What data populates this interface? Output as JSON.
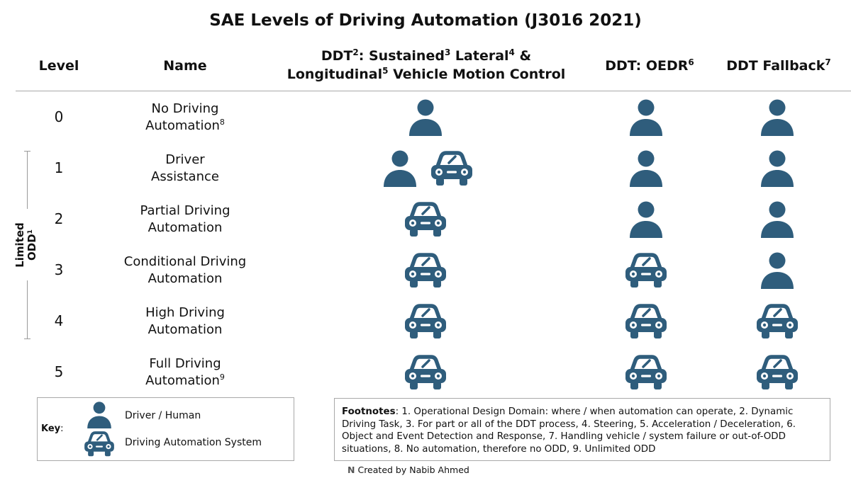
{
  "title": "SAE Levels of Driving Automation (J3016 2021)",
  "headers": {
    "level": "Level",
    "name": "Name",
    "ddt_line1_a": "DDT",
    "ddt_line1_sup2": "2",
    "ddt_line1_b": ": Sustained",
    "ddt_line1_sup3": "3",
    "ddt_line1_c": " Lateral",
    "ddt_line1_sup4": "4",
    "ddt_line1_d": " &",
    "ddt_line2_a": "Longitudinal",
    "ddt_line2_sup5": "5",
    "ddt_line2_b": " Vehicle Motion Control",
    "oedr": "DDT: OEDR",
    "oedr_sup": "6",
    "fallback": "DDT Fallback",
    "fallback_sup": "7"
  },
  "rows": [
    {
      "level": "0",
      "name_line1": "No Driving",
      "name_line2": "Automation",
      "name_sup": "8",
      "motion": "driver",
      "oedr": "driver",
      "fallback": "driver"
    },
    {
      "level": "1",
      "name_line1": "Driver",
      "name_line2": "Assistance",
      "name_sup": "",
      "motion": "driver+system",
      "oedr": "driver",
      "fallback": "driver"
    },
    {
      "level": "2",
      "name_line1": "Partial Driving",
      "name_line2": "Automation",
      "name_sup": "",
      "motion": "system",
      "oedr": "driver",
      "fallback": "driver"
    },
    {
      "level": "3",
      "name_line1": "Conditional Driving",
      "name_line2": "Automation",
      "name_sup": "",
      "motion": "system",
      "oedr": "system",
      "fallback": "driver"
    },
    {
      "level": "4",
      "name_line1": "High Driving",
      "name_line2": "Automation",
      "name_sup": "",
      "motion": "system",
      "oedr": "system",
      "fallback": "system"
    },
    {
      "level": "5",
      "name_line1": "Full Driving",
      "name_line2": "Automation",
      "name_sup": "9",
      "motion": "system",
      "oedr": "system",
      "fallback": "system"
    }
  ],
  "odd": {
    "line1": "Limited",
    "line2": "ODD",
    "sup": "1"
  },
  "key": {
    "label": "Key",
    "colon": ":",
    "driver": "Driver / Human",
    "system": "Driving Automation System"
  },
  "footnotes": {
    "label": "Footnotes",
    "text": ": 1. Operational Design Domain: where / when automation can operate, 2. Dynamic Driving Task, 3. For part or all of the DDT process, 4. Steering, 5. Acceleration / Deceleration, 6. Object and Event Detection and Response, 7. Handling vehicle / system failure or out-of-ODD situations, 8. No automation, therefore no ODD, 9. Unlimited ODD"
  },
  "credit": {
    "logo": "N",
    "text": "Created by Nabib Ahmed"
  },
  "colors": {
    "icon": "#2f5d7c",
    "rule": "#a9a9a9"
  },
  "icons": {
    "driver": "person-icon",
    "system": "car-icon"
  }
}
